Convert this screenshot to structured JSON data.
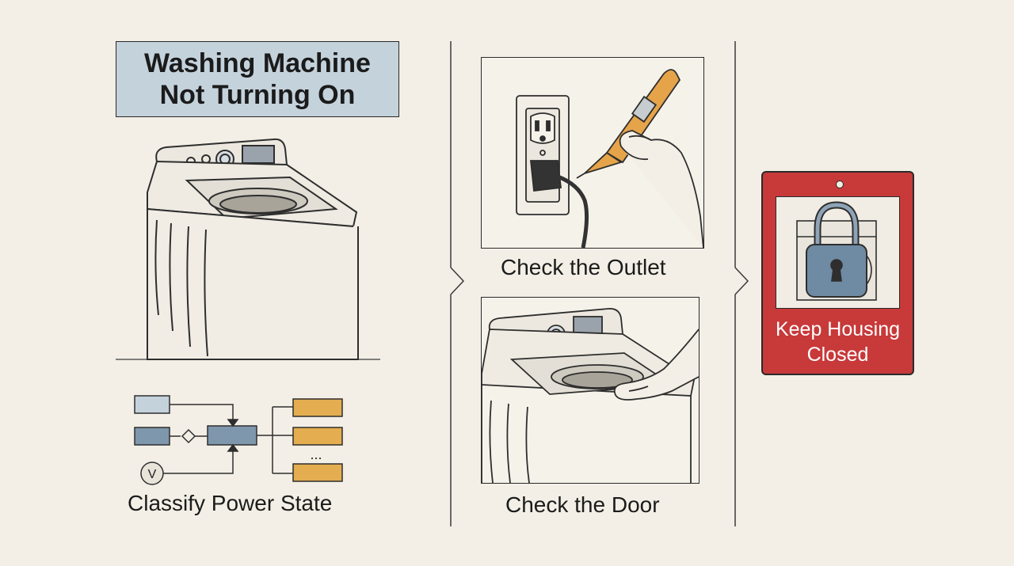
{
  "title": {
    "line1": "Washing Machine",
    "line2": "Not Turning On"
  },
  "steps": {
    "classify": {
      "label": "Classify Power State"
    },
    "outlet": {
      "label": "Check the Outlet"
    },
    "door": {
      "label": "Check the Door"
    },
    "sign": {
      "line1": "Keep Housing",
      "line2": "Closed"
    }
  },
  "flowchart": {
    "meter_symbol": "V",
    "ellipsis": "..."
  },
  "colors": {
    "background": "#f3efe6",
    "title_box": "#c4d2dc",
    "flow_blue": "#7f97ac",
    "flow_orange": "#e4ad50",
    "sign_red": "#c8393a",
    "tester_orange": "#e5a44a",
    "lock_blue": "#6f8aa3"
  },
  "icons": [
    "washing-machine-icon",
    "outlet-icon",
    "voltage-tester-icon",
    "hand-icon",
    "padlock-icon",
    "flowchart-icon"
  ]
}
